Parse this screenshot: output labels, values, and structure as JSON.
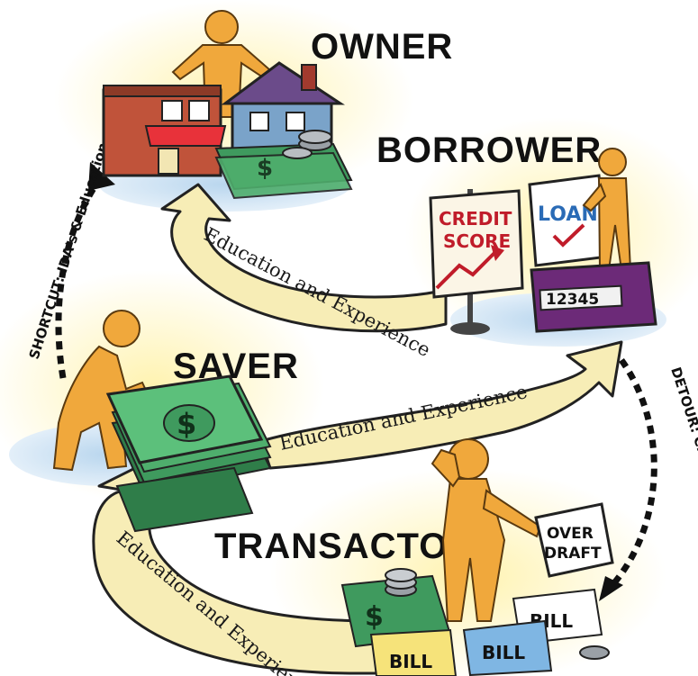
{
  "stages": {
    "owner": "OWNER",
    "borrower": "BORROWER",
    "saver": "SAVER",
    "transactor": "TRANSACTOR"
  },
  "path_labels": {
    "top": "Education and Experience",
    "middle": "Education and Experience",
    "bottom": "Education and Experience"
  },
  "side_paths": {
    "shortcut": "SHORTCUT: IDA's & Education",
    "detour": "DETOUR: Credit Trap"
  },
  "props": {
    "credit_sign": [
      "CREDIT",
      "SCORE"
    ],
    "loan": "LOAN",
    "card_number": "12345",
    "overdraft": [
      "OVER",
      "DRAFT"
    ],
    "bill": "BILL",
    "dollar": "$"
  },
  "colors": {
    "arrow_fill": "#f7edb6",
    "figure": "#f0a83c",
    "money": "#3f9a5e",
    "glow": "#fff6c8"
  }
}
